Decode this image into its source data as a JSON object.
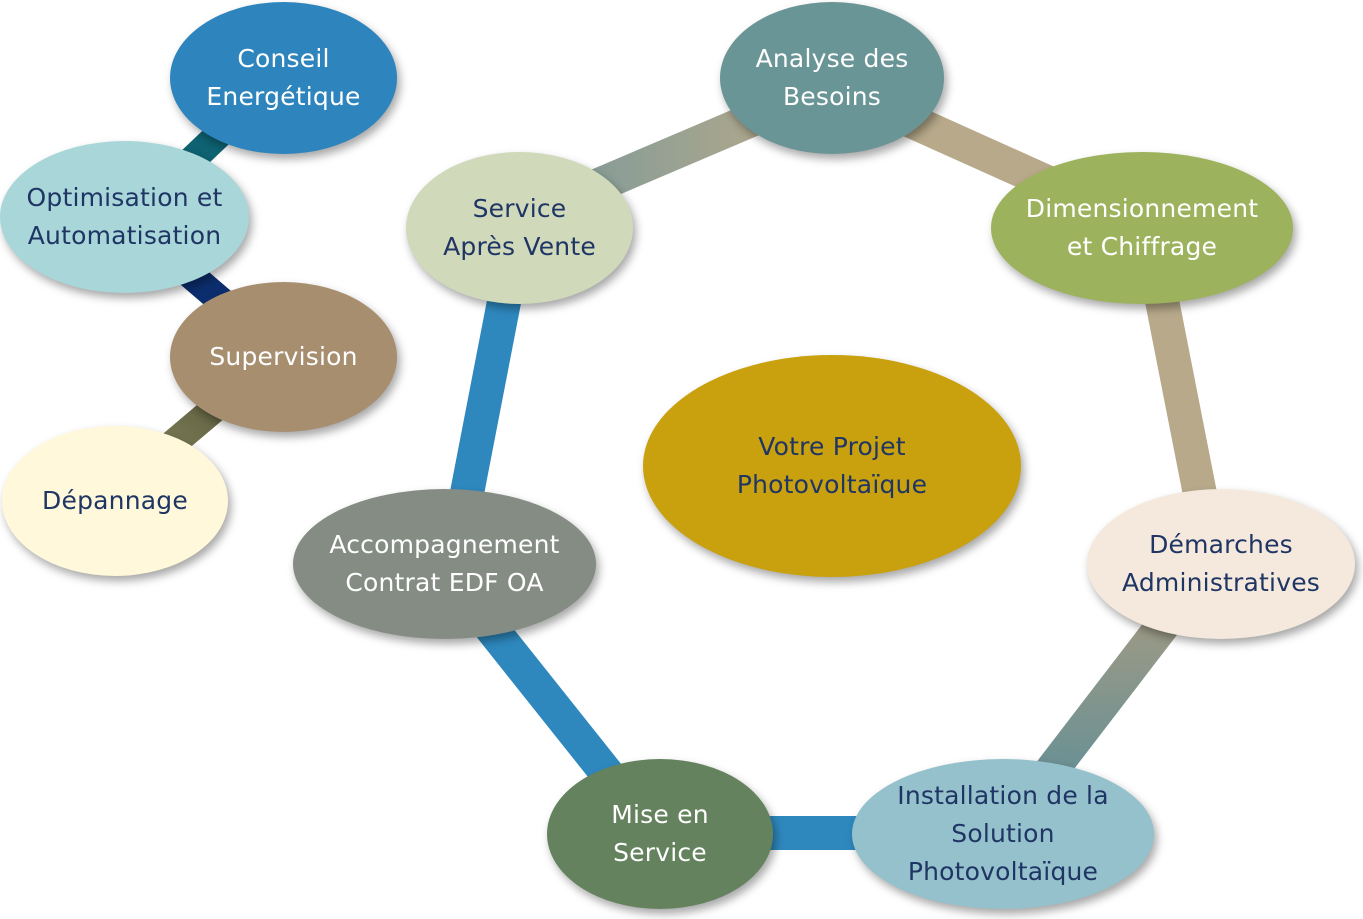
{
  "diagram": {
    "center": {
      "label_line1": "Votre Projet",
      "label_line2": "Photovoltaïque",
      "color": "#C9A00E",
      "text_color": "#1F3564"
    },
    "cycle": [
      {
        "line1": "Analyse des",
        "line2": "Besoins",
        "color": "#6A9596",
        "text_color": "#FFFFFF"
      },
      {
        "line1": "Dimensionnement",
        "line2": "et Chiffrage",
        "color": "#9DB25C",
        "text_color": "#FFFFFF"
      },
      {
        "line1": "Démarches",
        "line2": "Administratives",
        "color": "#F4E9DC",
        "text_color": "#1F3564"
      },
      {
        "line1": "Installation de la",
        "line2": "Solution",
        "line3": "Photovoltaïque",
        "color": "#95C1CC",
        "text_color": "#1F3564"
      },
      {
        "line1": "Mise en",
        "line2": "Service",
        "color": "#64825E",
        "text_color": "#FFFFFF"
      },
      {
        "line1": "Accompagnement",
        "line2": "Contrat EDF OA",
        "color": "#848C84",
        "text_color": "#FFFFFF"
      },
      {
        "line1": "Service",
        "line2": "Après Vente",
        "color": "#D0D9BA",
        "text_color": "#1F3564"
      }
    ],
    "chain": [
      {
        "line1": "Conseil",
        "line2": "Energétique",
        "color": "#2E84BC",
        "text_color": "#FFFFFF"
      },
      {
        "line1": "Optimisation et",
        "line2": "Automatisation",
        "color": "#A9D6D9",
        "text_color": "#1F3564"
      },
      {
        "line1": "Supervision",
        "color": "#A78E6F",
        "text_color": "#FFFFFF"
      },
      {
        "line1": "Dépannage",
        "color": "#FFF8DA",
        "text_color": "#1F3564"
      }
    ],
    "connector_colors": {
      "beige": "#B7A98A",
      "blue": "#2E88BE",
      "teal": "#0E6272",
      "navy": "#0C2E6E",
      "olive": "#6B6840"
    }
  }
}
